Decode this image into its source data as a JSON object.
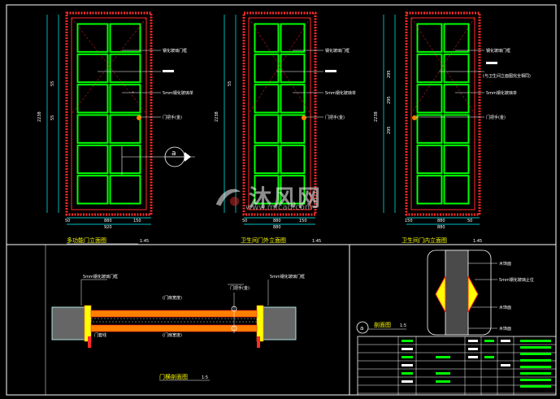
{
  "title_labels": {
    "view1": "多功能门立面图",
    "view2": "卫生间门外立面图",
    "view3": "卫生间门内立面图",
    "section_door": "门横剖面图",
    "section_detail": "剖面图"
  },
  "scales": {
    "view1": "1:45",
    "view2": "1:45",
    "view3": "1:45",
    "section_door": "1:5",
    "section_detail": "1:5"
  },
  "callouts": {
    "a_glass": "钢化玻璃门框",
    "a_sheet": "5mm钢化玻璃单",
    "a_handle": "门把手(金)",
    "b_extra": "(与卫生间立面图完全相同)",
    "detail_1": "木饰面",
    "detail_2": "5mm钢化玻璃止位",
    "detail_3": "木饰面",
    "detail_4": "木饰面"
  },
  "dims": {
    "height_total": "2238",
    "w_panel": "880",
    "w_side1": "50",
    "w_side2": "150",
    "w_total": "920",
    "w_total_b": "880",
    "v_small": "55",
    "v_mid": "295"
  },
  "section_notes": {
    "left_top": "5mm钢化玻璃门框",
    "right_top": "门把手(金)",
    "right_top2": "5mm钢化玻璃门框",
    "mid1": "(门扇宽度)",
    "mid2": "(门扇宽度)",
    "left_bot": "门套线"
  },
  "section_letter": "a",
  "watermark": {
    "brand": "沐风网",
    "url": "www.mfcad.com"
  },
  "colors": {
    "green": "#00ff00",
    "red": "#ff2a2a",
    "white": "#ffffff",
    "yellow": "#ffff00",
    "cyan": "#00ffff",
    "orange": "#ff8000"
  }
}
